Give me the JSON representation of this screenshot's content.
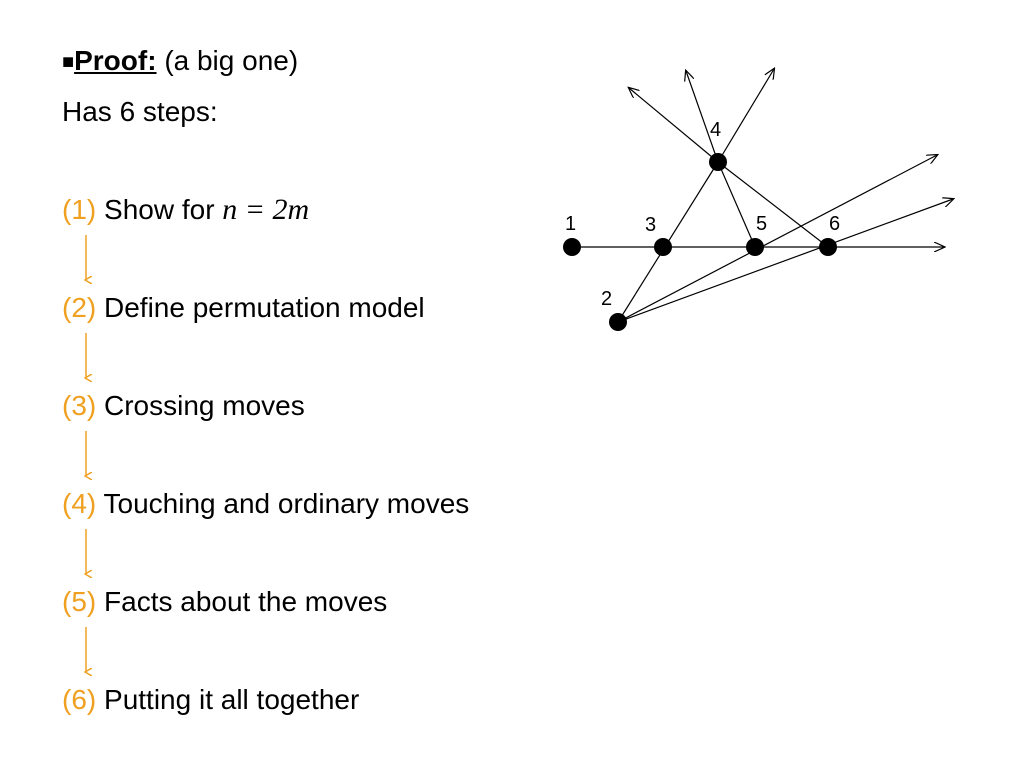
{
  "header": {
    "bullet": "■",
    "proof_word": "Proof:",
    "proof_note": "(a big one)",
    "subtitle": "Has 6 steps:"
  },
  "steps": [
    {
      "num": "(1)",
      "text": "Show for ",
      "math": "n = 2m"
    },
    {
      "num": "(2)",
      "text": "Define permutation model"
    },
    {
      "num": "(3)",
      "text": "Crossing moves"
    },
    {
      "num": "(4)",
      "text": "Touching and ordinary moves"
    },
    {
      "num": "(5)",
      "text": "Facts about the moves"
    },
    {
      "num": "(6)",
      "text": "Putting it all together"
    }
  ],
  "colors": {
    "accent": "#f0a020",
    "text": "#000000",
    "background": "#ffffff"
  },
  "diagram": {
    "node_labels": [
      "1",
      "2",
      "3",
      "4",
      "5",
      "6"
    ]
  }
}
